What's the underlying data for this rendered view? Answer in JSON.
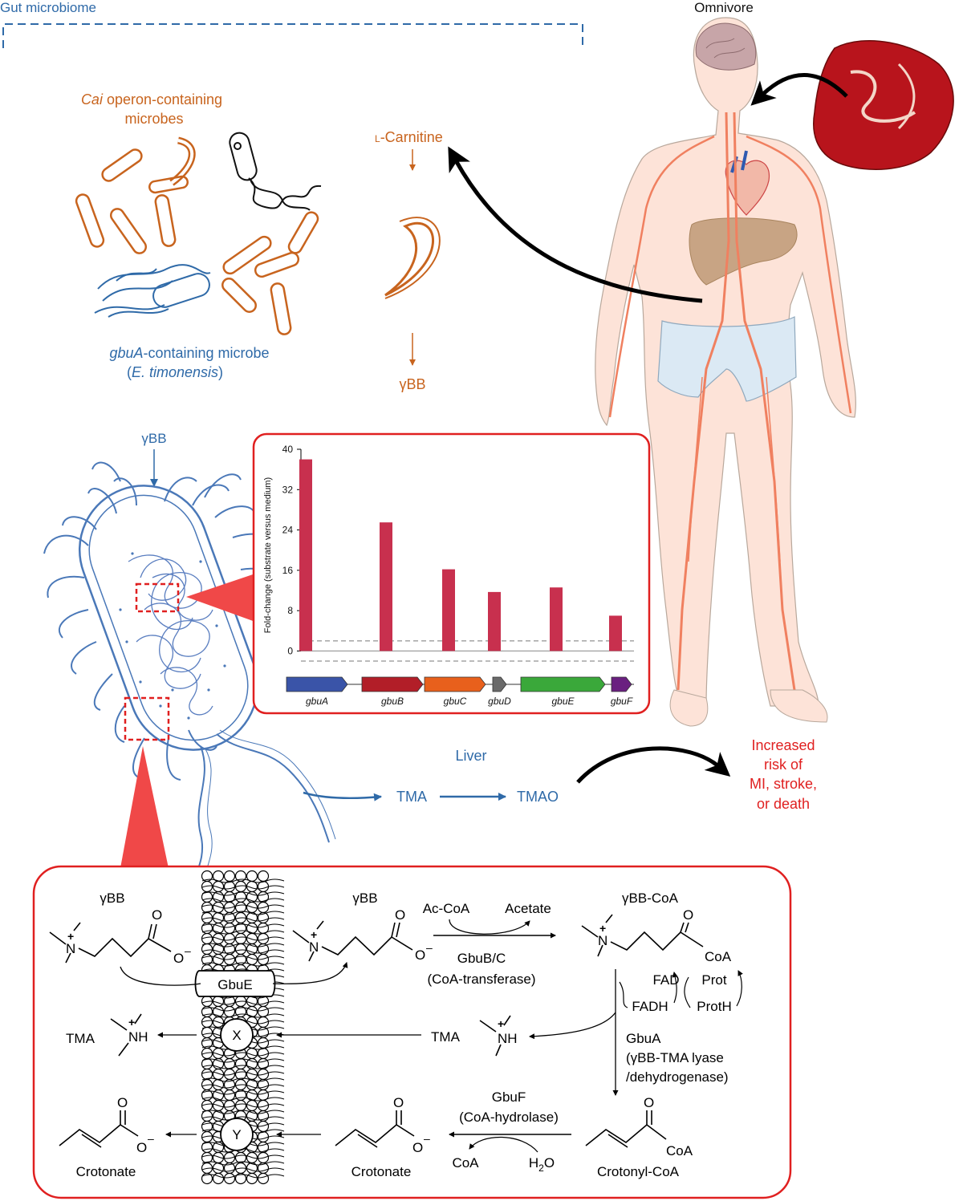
{
  "colors": {
    "blue": "#2f6aa8",
    "orange": "#c8641e",
    "red": "#e02020",
    "bar": "#c8304e",
    "gbuA": "#3a54a8",
    "gbuB": "#b21e28",
    "gbuC": "#e8601c",
    "gbuD": "#6a6a6a",
    "gbuE": "#3aa83a",
    "gbuF": "#6a2080"
  },
  "top": {
    "gut_microbiome": "Gut microbiome",
    "omnivore": "Omnivore",
    "cai_line1_italic": "Cai",
    "cai_line1_rest": " operon-containing",
    "cai_line2": "microbes",
    "gbua_italic": "gbuA",
    "gbua_rest": "-containing microbe",
    "etim_open": "(",
    "etim_italic": "E. timonensis",
    "etim_close": ")",
    "carnitine_prefix": "L",
    "carnitine": "-Carnitine",
    "gbb_orange": "γBB"
  },
  "middle": {
    "gbb_blue": "γBB",
    "liver": "Liver",
    "tma": "TMA",
    "tmao": "TMAO",
    "risk_lines": [
      "Increased",
      "risk of",
      "MI, stroke,",
      "or death"
    ]
  },
  "chart_data": {
    "type": "bar",
    "categories": [
      "gbuA",
      "gbuB",
      "gbuC",
      "gbuD",
      "gbuE",
      "gbuF"
    ],
    "values": [
      38,
      25.5,
      16.2,
      11.7,
      12.6,
      7
    ],
    "ylabel": "Fold-change (substrate versus medium)",
    "ylim": [
      -2,
      40
    ],
    "yticks": [
      0,
      8,
      16,
      24,
      32,
      40
    ],
    "reference_lines": [
      2,
      -2
    ]
  },
  "pathway": {
    "gbb_left": "γBB",
    "gbb_mid": "γBB",
    "gbb_coa": "γBB-CoA",
    "ac_coa": "Ac-CoA",
    "acetate": "Acetate",
    "gbub_c": "GbuB/C",
    "coa_transferase": "(CoA-transferase)",
    "gbue": "GbuE",
    "fad": "FAD",
    "fadh": "FADH",
    "prot": "Prot",
    "proth": "ProtH",
    "gbua": "GbuA",
    "gbua_desc1": "(γBB-TMA lyase",
    "gbua_desc2": "/dehydrogenase)",
    "tma_left": "TMA",
    "tma_mid": "TMA",
    "x": "X",
    "y": "Y",
    "gbuf": "GbuF",
    "coa_hydrolase": "(CoA-hydrolase)",
    "coa": "CoA",
    "h2o_h": "H",
    "h2o_2": "2",
    "h2o_o": "O",
    "crotonate_left": "Crotonate",
    "crotonate_mid": "Crotonate",
    "crotonyl_coa": "Crotonyl-CoA",
    "coa_sub1": "CoA",
    "coa_sub2": "CoA",
    "n_plus": "+",
    "n": "N",
    "nh": "NH",
    "o": "O",
    "minus": "–"
  }
}
